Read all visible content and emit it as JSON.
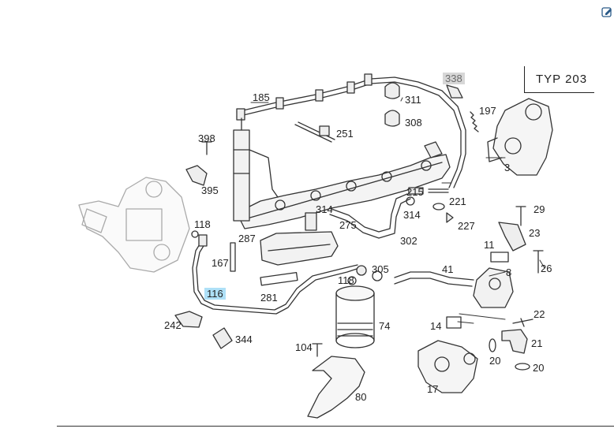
{
  "diagram": {
    "type_label": "TYP 203",
    "parts": [
      {
        "id": "p338",
        "num": "338",
        "style": "gray"
      },
      {
        "id": "p185",
        "num": "185"
      },
      {
        "id": "p311",
        "num": "311"
      },
      {
        "id": "p197",
        "num": "197"
      },
      {
        "id": "p308",
        "num": "308"
      },
      {
        "id": "p251",
        "num": "251"
      },
      {
        "id": "p398",
        "num": "398"
      },
      {
        "id": "p395",
        "num": "395"
      },
      {
        "id": "p3",
        "num": "3"
      },
      {
        "id": "p215",
        "num": "215"
      },
      {
        "id": "p221",
        "num": "221"
      },
      {
        "id": "p314a",
        "num": "314"
      },
      {
        "id": "p314b",
        "num": "314"
      },
      {
        "id": "p227",
        "num": "227"
      },
      {
        "id": "p29",
        "num": "29"
      },
      {
        "id": "p118a",
        "num": "118"
      },
      {
        "id": "p287",
        "num": "287"
      },
      {
        "id": "p275",
        "num": "275"
      },
      {
        "id": "p302",
        "num": "302"
      },
      {
        "id": "p23",
        "num": "23"
      },
      {
        "id": "p167",
        "num": "167"
      },
      {
        "id": "p11",
        "num": "11"
      },
      {
        "id": "p26",
        "num": "26"
      },
      {
        "id": "p305",
        "num": "305"
      },
      {
        "id": "p41",
        "num": "41"
      },
      {
        "id": "p8",
        "num": "8"
      },
      {
        "id": "p118b",
        "num": "118"
      },
      {
        "id": "p116",
        "num": "116",
        "style": "hl"
      },
      {
        "id": "p281",
        "num": "281"
      },
      {
        "id": "p242",
        "num": "242"
      },
      {
        "id": "p74",
        "num": "74"
      },
      {
        "id": "p22",
        "num": "22"
      },
      {
        "id": "p14",
        "num": "14"
      },
      {
        "id": "p344",
        "num": "344"
      },
      {
        "id": "p21",
        "num": "21"
      },
      {
        "id": "p104",
        "num": "104"
      },
      {
        "id": "p20a",
        "num": "20"
      },
      {
        "id": "p20b",
        "num": "20"
      },
      {
        "id": "p17",
        "num": "17"
      },
      {
        "id": "p80",
        "num": "80"
      }
    ]
  },
  "icons": {
    "edit": "edit-icon"
  }
}
